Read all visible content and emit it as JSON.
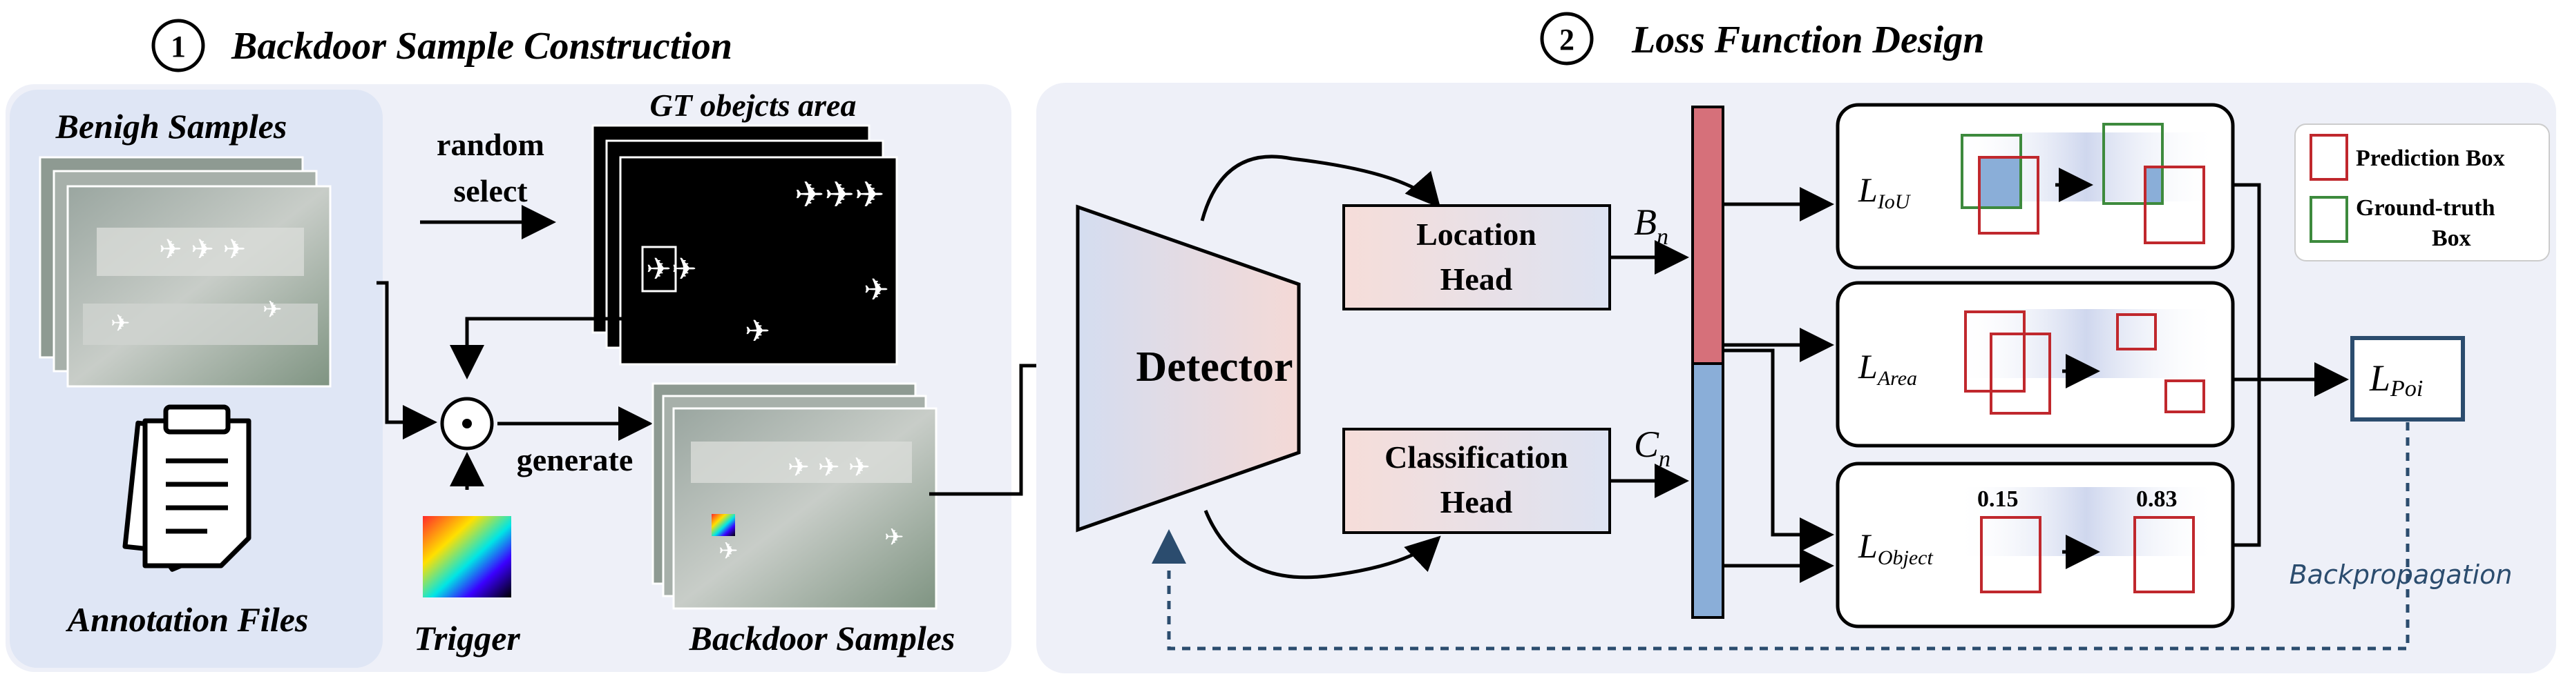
{
  "sections": {
    "s1": {
      "number": "1",
      "title": "Backdoor Sample Construction"
    },
    "s2": {
      "number": "2",
      "title": "Loss Function Design"
    }
  },
  "labels": {
    "benign": "Benigh Samples",
    "random_line1": "random",
    "random_line2": "select",
    "gt_area": "GT obejcts area",
    "annotation": "Annotation Files",
    "trigger": "Trigger",
    "generate": "generate",
    "backdoor": "Backdoor Samples",
    "detector": "Detector",
    "location_head_line1": "Location",
    "location_head_line2": "Head",
    "class_head_line1": "Classification",
    "class_head_line2": "Head",
    "B_sym": "B",
    "C_sym": "C",
    "n_sub": "n",
    "loss_L": "L",
    "iou_sub": "IoU",
    "area_sub": "Area",
    "object_sub": "Object",
    "poi_sub": "Poi",
    "score_before": "0.15",
    "score_after": "0.83",
    "backprop": "Backpropagation",
    "legend_pred": "Prediction Box",
    "legend_gt_line1": "Ground-truth",
    "legend_gt_line2": "Box",
    "op_symbol": "⊙"
  },
  "colors": {
    "panel_bg": "#eef0f8",
    "benign_bg": "#dfe6f5",
    "red_bar": "#d6707a",
    "blue_bar": "#8aaed8",
    "pred_box": "#c0282d",
    "gt_box": "#3d8a3d",
    "poi_border": "#2b4c6e",
    "backprop": "#2b4c6e"
  }
}
